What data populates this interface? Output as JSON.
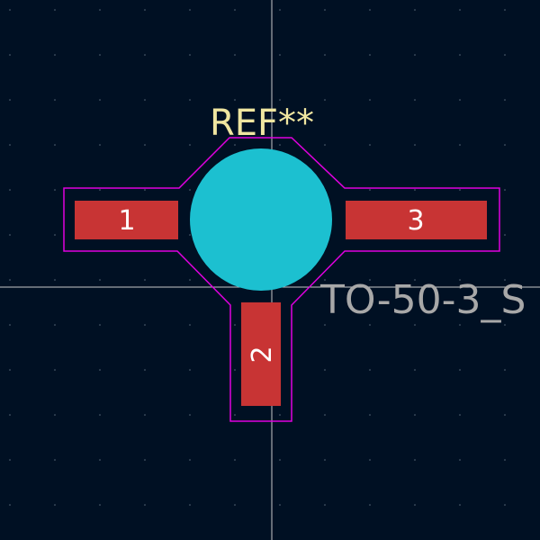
{
  "footprint": {
    "reference": "REF**",
    "value": "TO-50-3_S",
    "pads": [
      {
        "number": "1"
      },
      {
        "number": "2"
      },
      {
        "number": "3"
      }
    ]
  },
  "colors": {
    "background": "#001023",
    "grid_dot": "#5a6a7a",
    "crosshair": "#c8c8c8",
    "courtyard": "#e000e0",
    "pad_fill": "#c83434",
    "body_fill": "#1cc0d0",
    "reference_text": "#f0e6a0",
    "value_text": "#a8a8a8",
    "pad_text": "#ffffff"
  }
}
